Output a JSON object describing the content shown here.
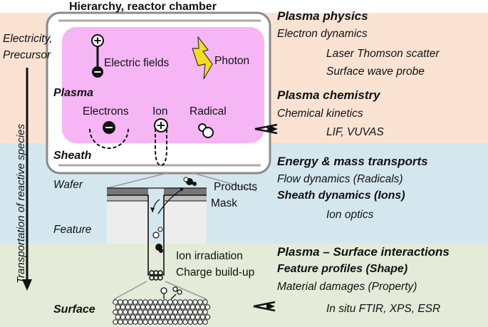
{
  "title": "Hierarchy, reactor chamber",
  "left_labels": {
    "input": [
      "Electricity,",
      "Precursor"
    ],
    "vertical_axis": "Transportation of reactive species",
    "plasma": "Plasma",
    "sheath": "Sheath",
    "wafer": "Wafer",
    "feature": "Feature",
    "surface": "Surface"
  },
  "chamber_labels": {
    "electric_fields": "Electric fields",
    "photon": "Photon",
    "electrons": "Electrons",
    "ion": "Ion",
    "radical": "Radical"
  },
  "feature_labels": {
    "products": "Products",
    "mask": "Mask",
    "ion_irradiation": "Ion irradiation",
    "charge_buildup": "Charge build-up"
  },
  "categories": [
    {
      "title": "Plasma physics",
      "subtitle": "Electron dynamics",
      "items": [
        "Laser Thomson scatter",
        "Surface wave probe"
      ]
    },
    {
      "title": "Plasma chemistry",
      "subtitle": "Chemical kinetics",
      "items": [
        "LIF, VUVAS"
      ]
    },
    {
      "title": "Energy & mass transports",
      "lines": [
        "Flow dynamics (Radicals)",
        "Sheath dynamics (Ions)",
        "Ion optics"
      ]
    },
    {
      "title": "Plasma – Surface interactions",
      "lines": [
        "Feature profiles (Shape)",
        "Material damages (Property)",
        "In situ FTIR, XPS, ESR"
      ]
    }
  ],
  "colors": {
    "band_physics": "#fbe3d3",
    "band_transport": "#d4e7ef",
    "band_surface": "#e4ebd8",
    "plasma": "#f6b6f6",
    "photon": "#f4dc22"
  }
}
